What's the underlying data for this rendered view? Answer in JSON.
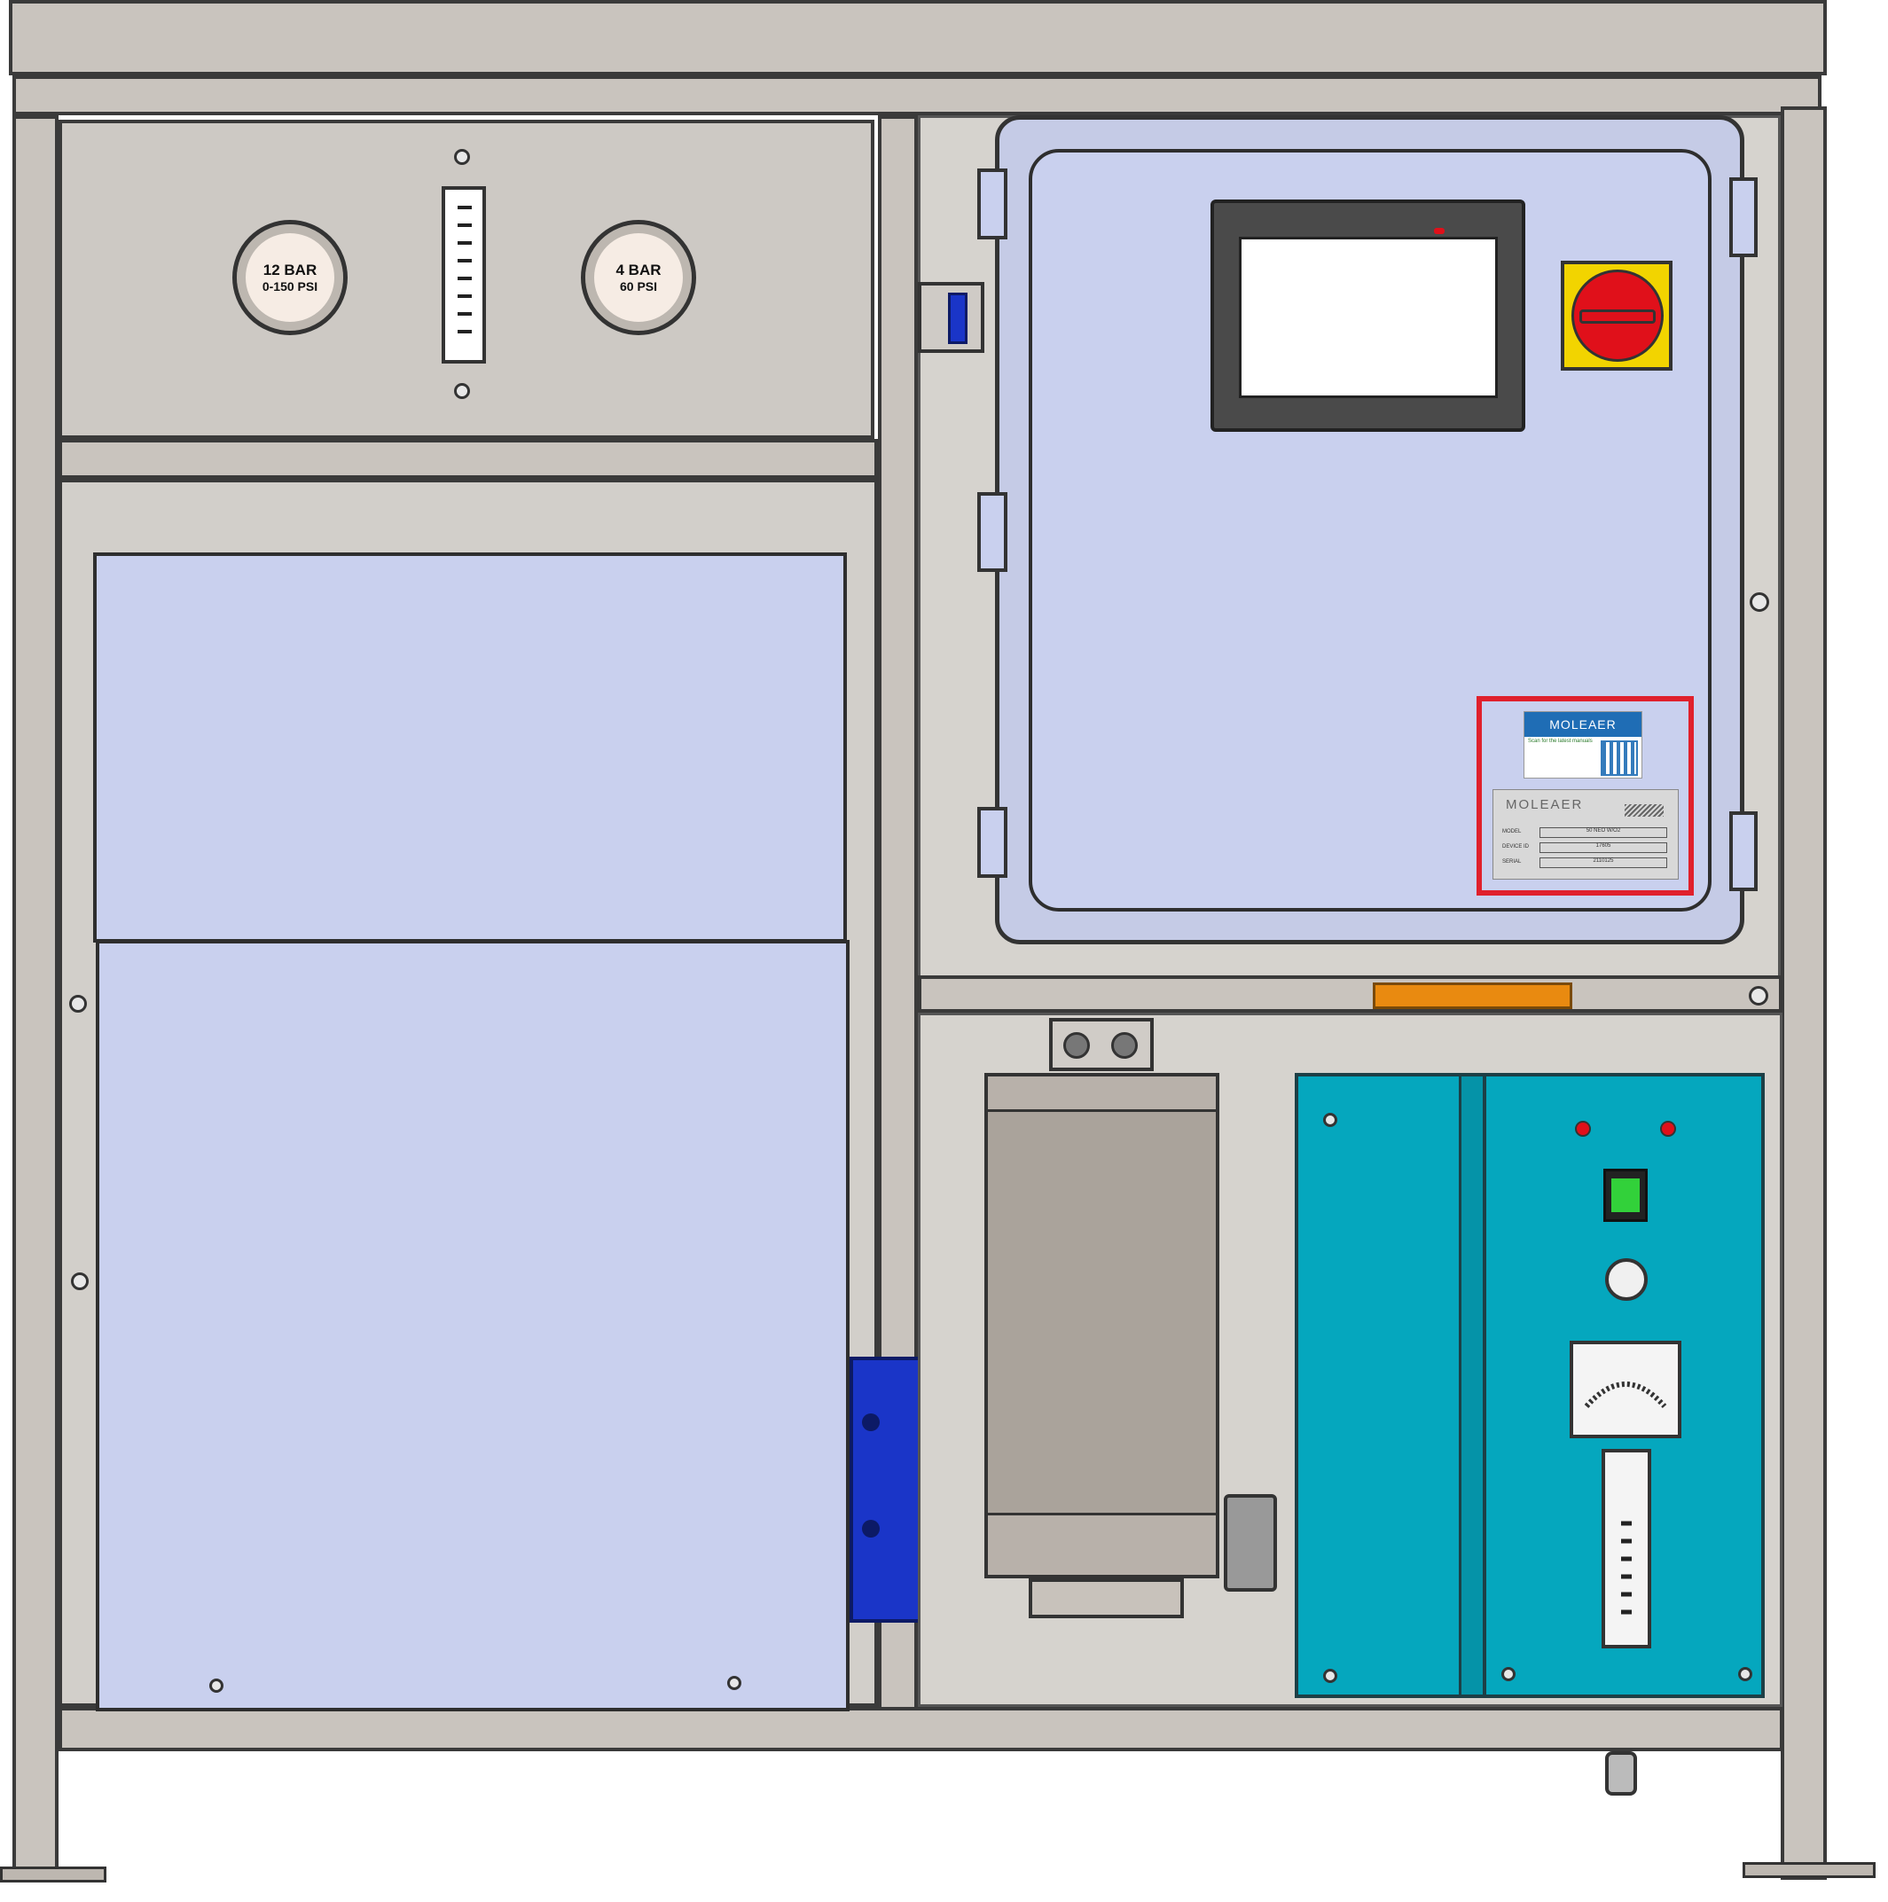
{
  "gauges": [
    {
      "line1": "12 BAR",
      "line2": "0-150 PSI"
    },
    {
      "line1": "4 BAR",
      "line2": "60 PSI"
    }
  ],
  "label_plate_top": {
    "brand": "MOLEAER",
    "tagline": "Scan for the latest manuals"
  },
  "label_plate_bottom": {
    "brand": "MOLEAER",
    "fields": [
      {
        "key": "MODEL",
        "value": "50 NEO W/O2"
      },
      {
        "key": "DEVICE ID",
        "value": "17605"
      },
      {
        "key": "SERIAL",
        "value": "2110125"
      }
    ]
  },
  "colors": {
    "frame": "#c9c4be",
    "enclosure": "#c9d0ee",
    "teal_unit": "#05a7be",
    "disconnect_red": "#e0101a",
    "disconnect_yellow": "#f2d400",
    "highlight": "#e0202c",
    "orange_part": "#e98a10",
    "pump_blue": "#1a35c8"
  }
}
